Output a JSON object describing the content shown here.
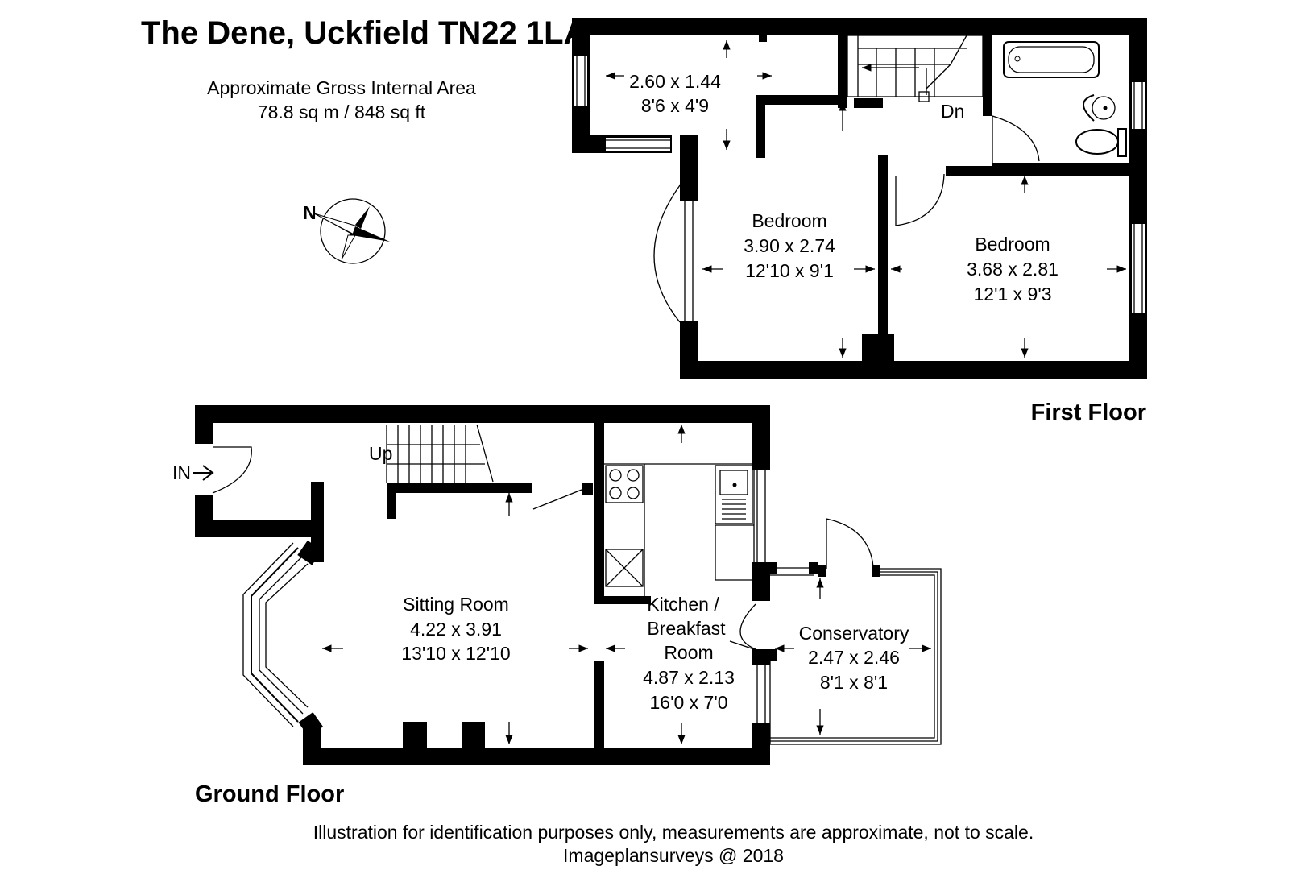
{
  "header": {
    "title": "The Dene, Uckfield TN22 1LA",
    "area_label": "Approximate Gross Internal Area",
    "area_value": "78.8 sq m / 848 sq ft"
  },
  "compass": {
    "label": "N",
    "icon": "compass-rose-icon"
  },
  "first_floor": {
    "label": "First Floor",
    "stair_label": "Dn",
    "rooms": [
      {
        "name": "",
        "metric": "2.60 x 1.44",
        "imperial": "8'6 x 4'9"
      },
      {
        "name": "Bedroom",
        "metric": "3.90 x 2.74",
        "imperial": "12'10 x 9'1"
      },
      {
        "name": "Bedroom",
        "metric": "3.68 x 2.81",
        "imperial": "12'1 x 9'3"
      }
    ]
  },
  "ground_floor": {
    "label": "Ground Floor",
    "stair_label": "Up",
    "entrance_label": "IN",
    "rooms": [
      {
        "name": "Sitting Room",
        "metric": "4.22 x 3.91",
        "imperial": "13'10 x 12'10"
      },
      {
        "name_line1": "Kitchen /",
        "name_line2": "Breakfast",
        "name_line3": "Room",
        "metric": "4.87 x 2.13",
        "imperial": "16'0 x 7'0"
      },
      {
        "name": "Conservatory",
        "metric": "2.47 x 2.46",
        "imperial": "8'1 x 8'1"
      }
    ]
  },
  "footer": {
    "disclaimer": "Illustration for identification purposes only, measurements are approximate, not to scale.",
    "credit": "Imageplansurveys @ 2018"
  }
}
